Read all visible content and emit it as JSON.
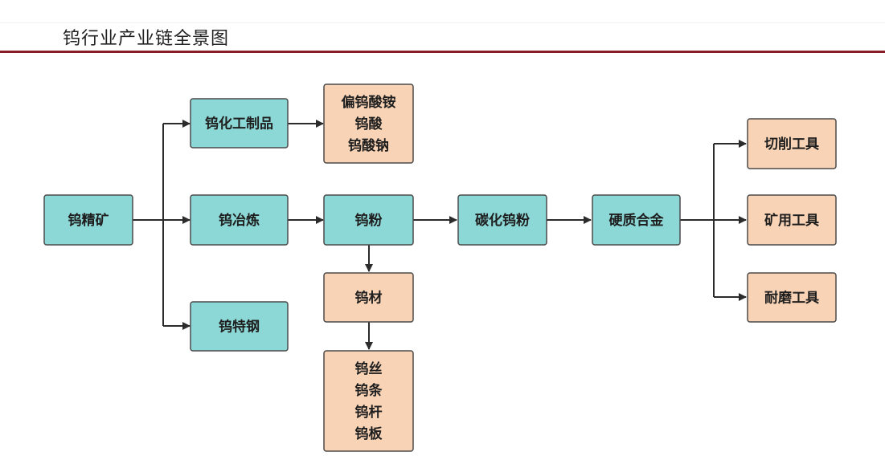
{
  "title": "钨行业产业链全景图",
  "colors": {
    "process": "#8cd8d6",
    "product": "#f8d3b5",
    "rule": "#8a1c24"
  },
  "nodes": {
    "jingkuang": {
      "kind": "process",
      "lines": [
        "钨精矿"
      ]
    },
    "huagong": {
      "kind": "process",
      "lines": [
        "钨化工制品"
      ]
    },
    "yelian": {
      "kind": "process",
      "lines": [
        "钨冶炼"
      ]
    },
    "tegang": {
      "kind": "process",
      "lines": [
        "钨特钢"
      ]
    },
    "suan": {
      "kind": "product",
      "lines": [
        "偏钨酸铵",
        "钨酸",
        "钨酸钠"
      ]
    },
    "fen": {
      "kind": "process",
      "lines": [
        "钨粉"
      ]
    },
    "cai": {
      "kind": "product",
      "lines": [
        "钨材"
      ]
    },
    "si": {
      "kind": "product",
      "lines": [
        "钨丝",
        "钨条",
        "钨杆",
        "钨板"
      ]
    },
    "tanhua": {
      "kind": "process",
      "lines": [
        "碳化钨粉"
      ]
    },
    "yingzhi": {
      "kind": "process",
      "lines": [
        "硬质合金"
      ]
    },
    "qiexiao": {
      "kind": "product",
      "lines": [
        "切削工具"
      ]
    },
    "kuangyong": {
      "kind": "product",
      "lines": [
        "矿用工具"
      ]
    },
    "naimo": {
      "kind": "product",
      "lines": [
        "耐磨工具"
      ]
    }
  }
}
